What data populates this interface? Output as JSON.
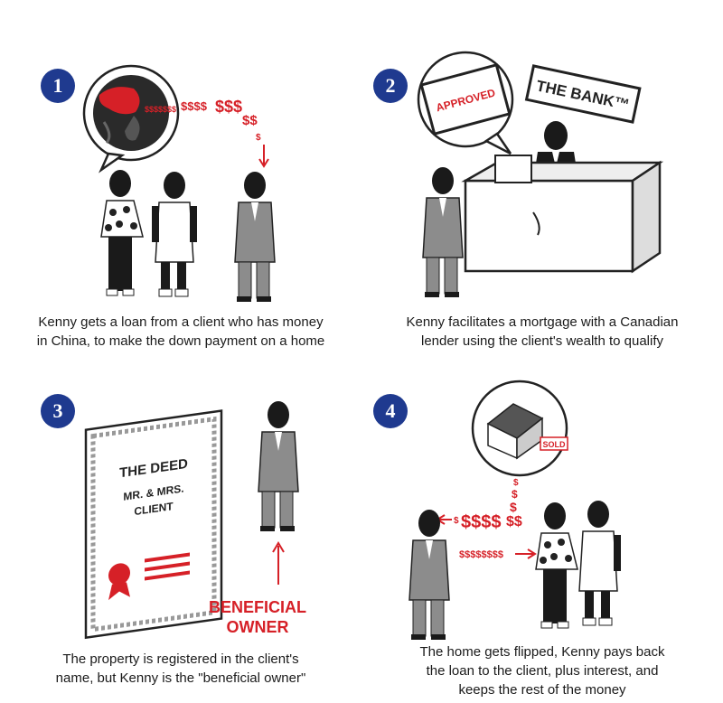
{
  "colors": {
    "badge": "#1f3a8f",
    "accent_red": "#d62027",
    "suit": "#8c8c8c",
    "dark": "#1a1a1a"
  },
  "panels": [
    {
      "number": "1",
      "caption_line1": "Kenny gets a loan from a client who has money",
      "caption_line2": "in China, to make the down payment on a home"
    },
    {
      "number": "2",
      "screen_text": "APPROVED",
      "sign_text": "THE BANK™",
      "caption_line1": "Kenny facilitates a mortgage with a Canadian",
      "caption_line2": "lender using the client's wealth to qualify"
    },
    {
      "number": "3",
      "deed_title": "THE DEED",
      "deed_line1": "MR. & MRS.",
      "deed_line2": "CLIENT",
      "label_line1": "BENEFICIAL",
      "label_line2": "OWNER",
      "caption_line1": "The property is registered in the client's",
      "caption_line2": "name, but Kenny is the \"beneficial owner\""
    },
    {
      "number": "4",
      "sold_text": "SOLD",
      "caption_line1": "The home gets flipped, Kenny pays back",
      "caption_line2": "the loan to the client, plus interest, and",
      "caption_line3": "keeps the rest of the money"
    }
  ]
}
